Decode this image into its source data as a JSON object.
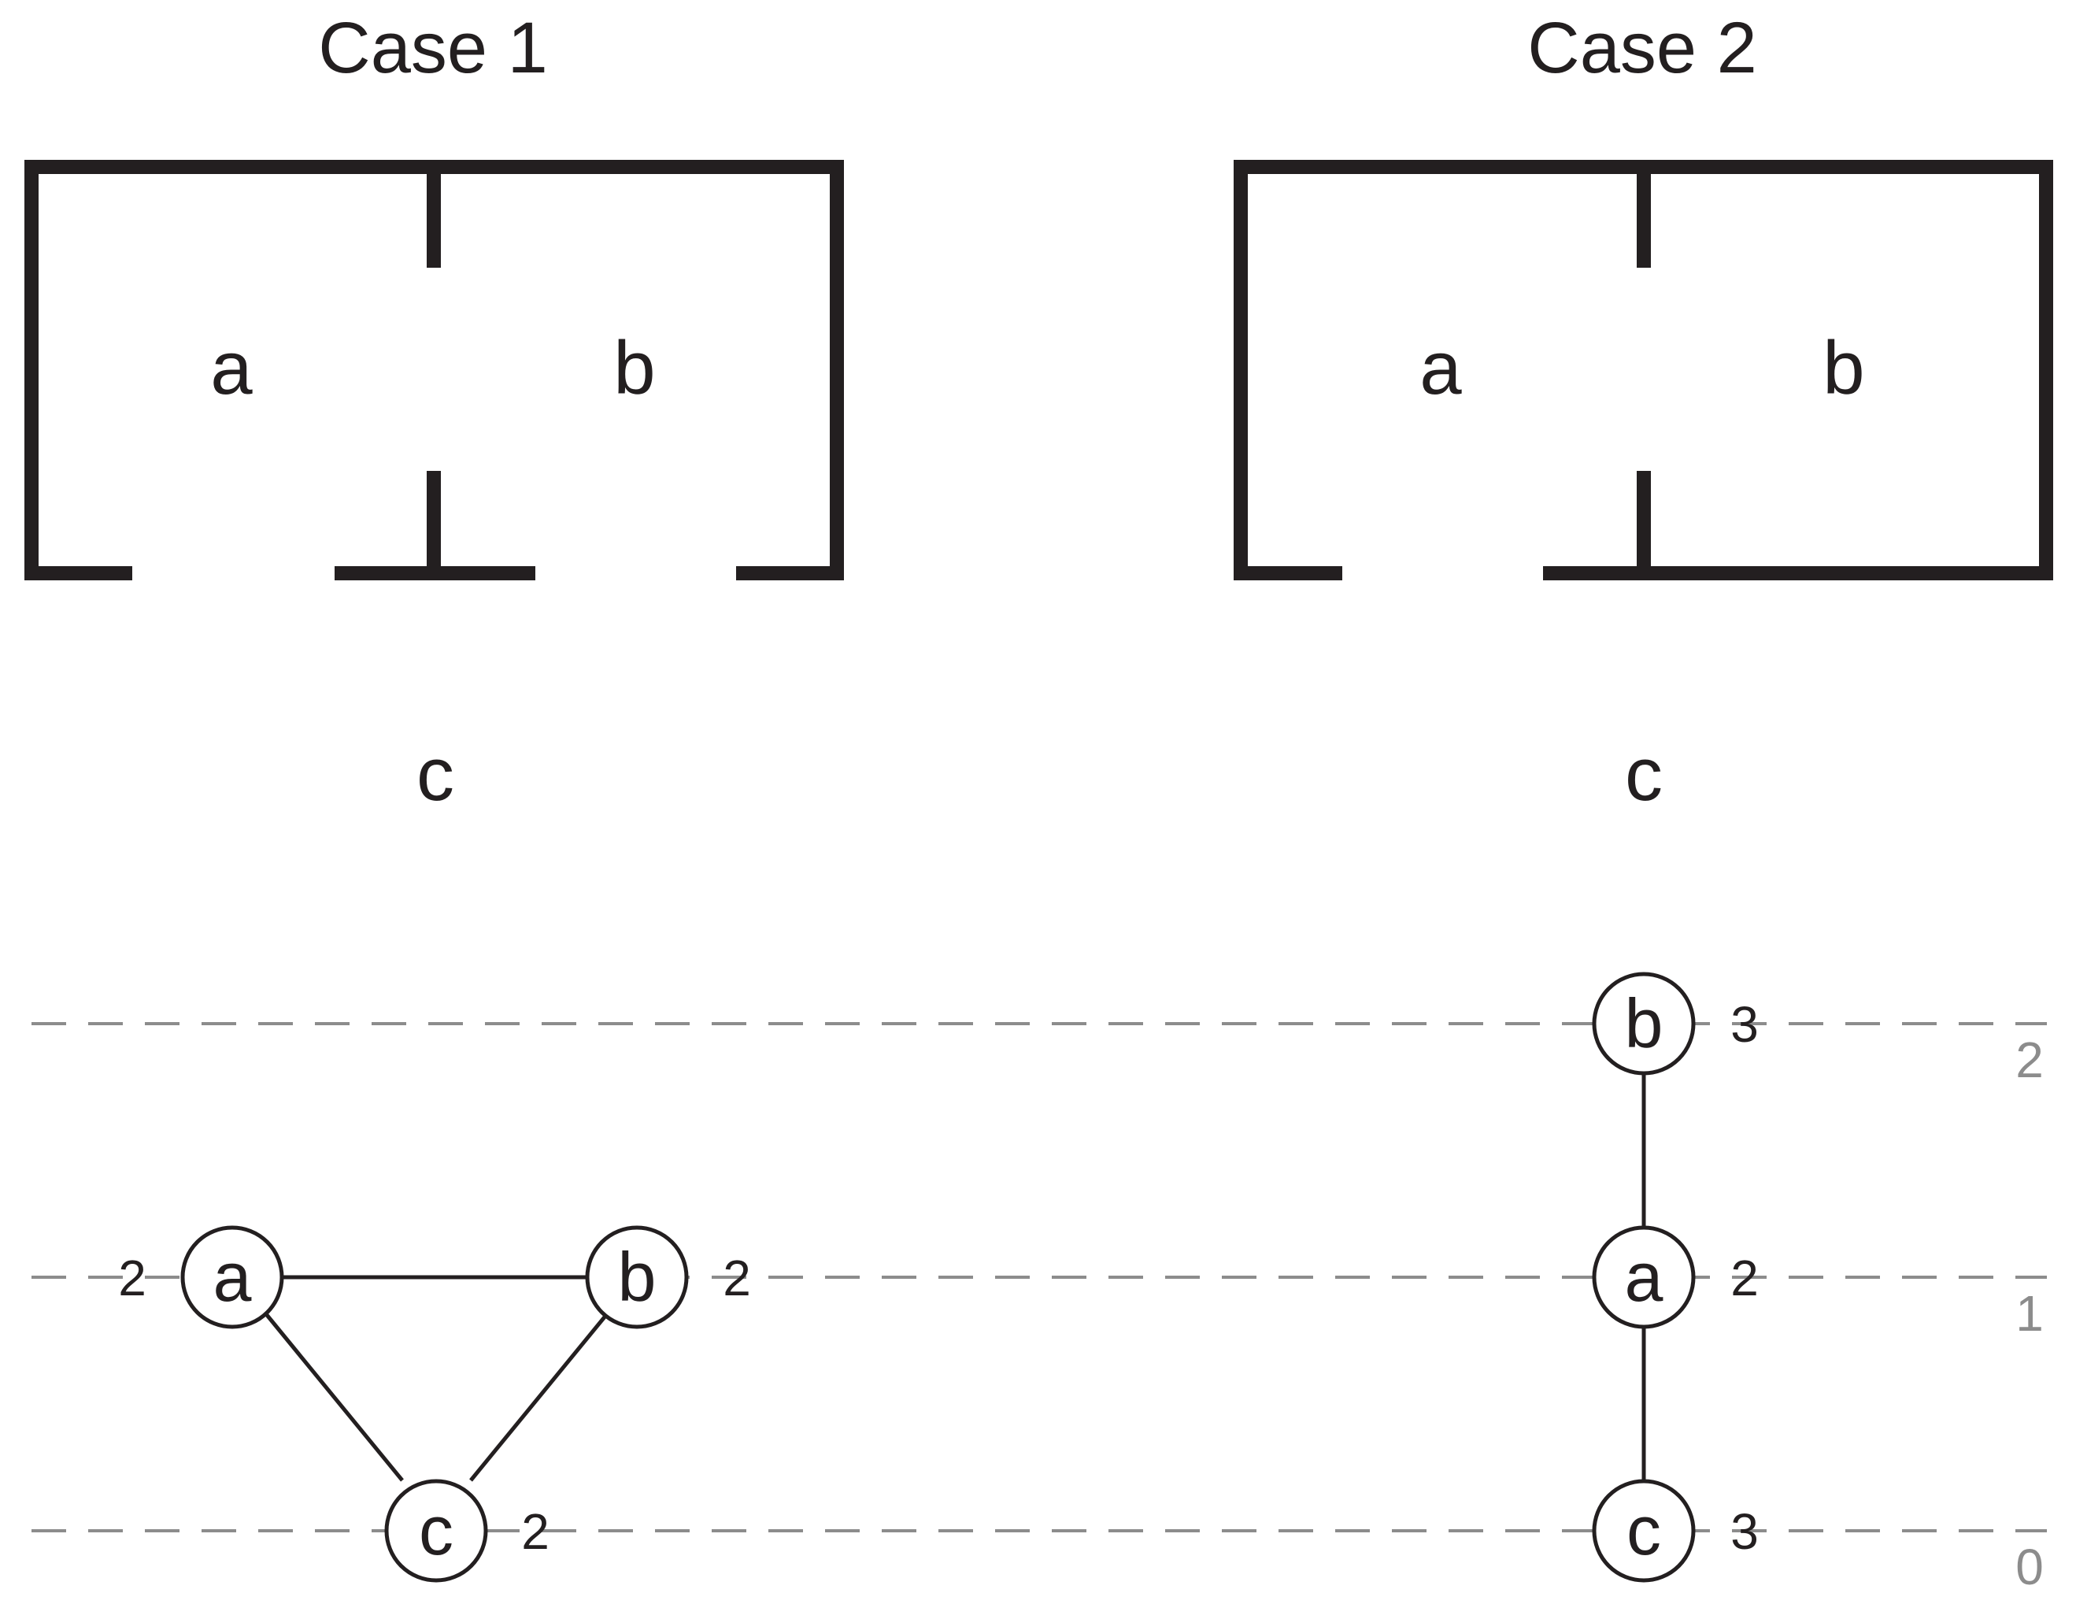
{
  "cases": [
    {
      "title": "Case 1",
      "rooms": [
        "a",
        "b",
        "c"
      ],
      "graph": {
        "nodes": [
          {
            "id": "a",
            "label": "a",
            "depth_value": "2"
          },
          {
            "id": "b",
            "label": "b",
            "depth_value": "2"
          },
          {
            "id": "c",
            "label": "c",
            "depth_value": "2"
          }
        ],
        "edges": [
          [
            "a",
            "b"
          ],
          [
            "a",
            "c"
          ],
          [
            "b",
            "c"
          ]
        ]
      }
    },
    {
      "title": "Case 2",
      "rooms": [
        "a",
        "b",
        "c"
      ],
      "graph": {
        "nodes": [
          {
            "id": "b",
            "label": "b",
            "depth_value": "3"
          },
          {
            "id": "a",
            "label": "a",
            "depth_value": "2"
          },
          {
            "id": "c",
            "label": "c",
            "depth_value": "3"
          }
        ],
        "edges": [
          [
            "b",
            "a"
          ],
          [
            "a",
            "c"
          ]
        ]
      }
    }
  ],
  "levels": [
    "2",
    "1",
    "0"
  ],
  "colors": {
    "ink": "#231f20",
    "level_line": "#8c8c8c"
  }
}
